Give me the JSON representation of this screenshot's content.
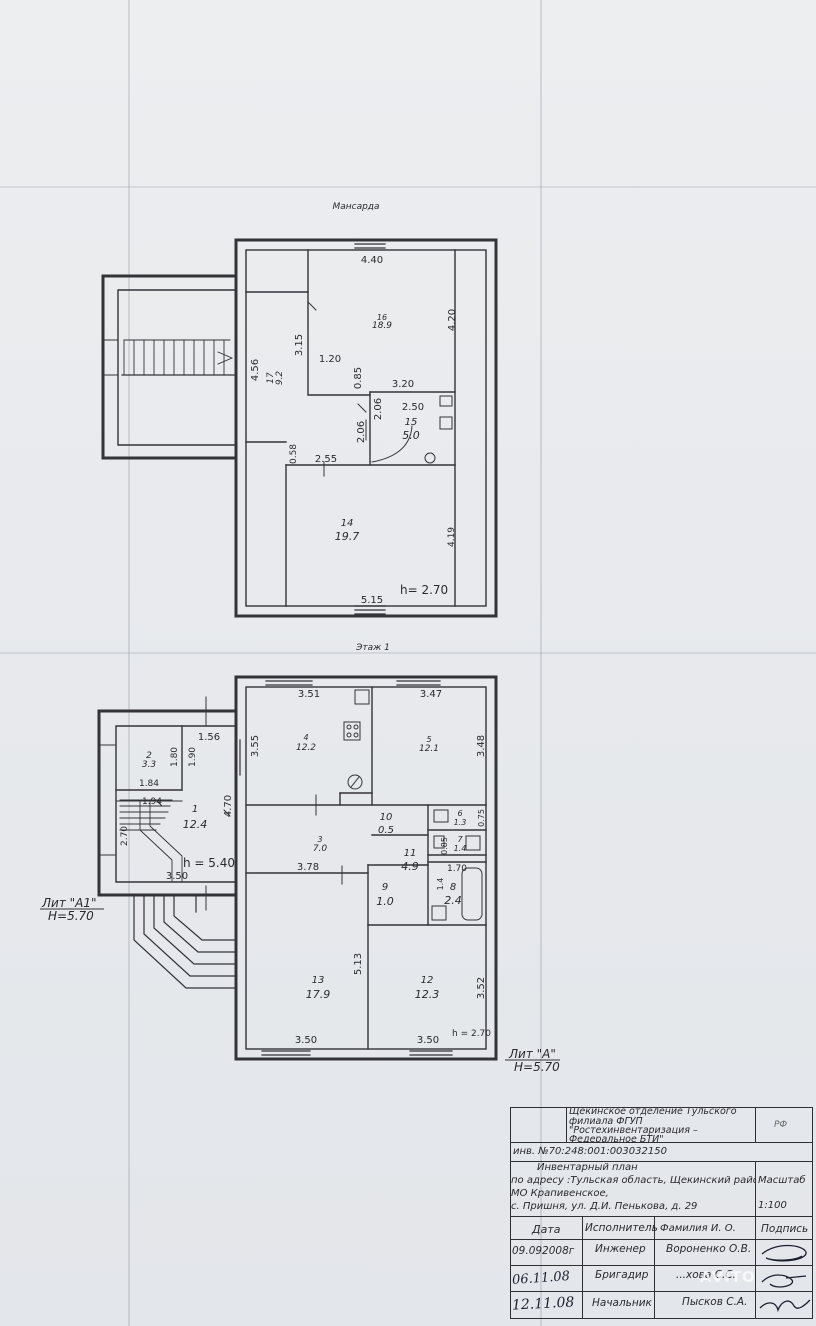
{
  "floors": {
    "attic": {
      "title": "Мансарда",
      "height_note": "h= 2.70"
    },
    "first": {
      "title": "Этаж 1",
      "height_note_main": "h = 2.70",
      "height_note_annex": "h = 5.40"
    }
  },
  "liters": {
    "a1": {
      "name": "Лит \"А1\"",
      "height": "H=5.70"
    },
    "a": {
      "name": "Лит \"А\"",
      "height": "H=5.70"
    }
  },
  "rooms": [
    {
      "id": "room-16",
      "num": "16",
      "area": "18.9"
    },
    {
      "id": "room-17",
      "num": "17",
      "area": "9.2"
    },
    {
      "id": "room-15",
      "num": "15",
      "area": "5.0"
    },
    {
      "id": "room-14",
      "num": "14",
      "area": "19.7"
    },
    {
      "id": "room-4",
      "num": "4",
      "area": "12.2"
    },
    {
      "id": "room-5",
      "num": "5",
      "area": "12.1"
    },
    {
      "id": "room-2",
      "num": "2",
      "area": "3.3"
    },
    {
      "id": "room-1",
      "num": "1",
      "area": "12.4"
    },
    {
      "id": "room-3",
      "num": "3",
      "area": "7.0"
    },
    {
      "id": "room-10",
      "num": "10",
      "area": "0.5"
    },
    {
      "id": "room-6",
      "num": "6",
      "area": "1.3"
    },
    {
      "id": "room-7",
      "num": "7",
      "area": "1.4"
    },
    {
      "id": "room-11",
      "num": "11",
      "area": "4.9"
    },
    {
      "id": "room-9",
      "num": "9",
      "area": "1.0"
    },
    {
      "id": "room-8",
      "num": "8",
      "area": "2.4"
    },
    {
      "id": "room-13",
      "num": "13",
      "area": "17.9"
    },
    {
      "id": "room-12",
      "num": "12",
      "area": "12.3"
    }
  ],
  "dimensions": {
    "attic": [
      "4.40",
      "4.20",
      "3.15",
      "1.20",
      "4.56",
      "0.85",
      "3.20",
      "2.50",
      "2.06",
      "2.06",
      "0.58",
      "2.55",
      "4.19",
      "5.15"
    ],
    "first": [
      "3.51",
      "3.47",
      "3.55",
      "3.48",
      "1.56",
      "1.80",
      "1.90",
      "1.84",
      "4.70",
      "1.94",
      "2.70",
      "0.75",
      "0.85",
      "1.70",
      "3.78",
      "1.4",
      "3.50",
      "5.13",
      "3.52",
      "3.50",
      "3.50"
    ]
  },
  "stamp": {
    "org_line1": "Щекинское отделение Тульского",
    "org_line2": "филиала ФГУП",
    "org_line3": "\"Ростехинвентаризация –",
    "org_line4": "Федеральное БТИ\"",
    "rf": "РФ",
    "inv": "инв. №70:248:001:003032150",
    "doc_title": "Инвентарный план",
    "address_line1": "по адресу :Тульская область, Щекинский район",
    "address_line2": "МО Крапивенское,",
    "address_line3": "с. Пришня, ул. Д.И. Пенькова, д. 29",
    "scale_label": "Масштаб",
    "scale_value": "1:100",
    "headers": {
      "date": "Дата",
      "executor": "Исполнитель",
      "name": "Фамилия И. О.",
      "signature": "Подпись"
    },
    "rows": [
      {
        "date": "09.092008г",
        "role": "Инженер",
        "name": "Вороненко О.В."
      },
      {
        "date": "06.11.08",
        "role": "Бригадир",
        "name": "...хова С.С."
      },
      {
        "date": "12.11.08",
        "role": "Начальник",
        "name": "Пысков С.А."
      }
    ]
  },
  "watermark": "AVITO",
  "colors": {
    "paper": "#e9ebee",
    "ink": "#2a2a2e",
    "handwriting": "#1d2030"
  }
}
